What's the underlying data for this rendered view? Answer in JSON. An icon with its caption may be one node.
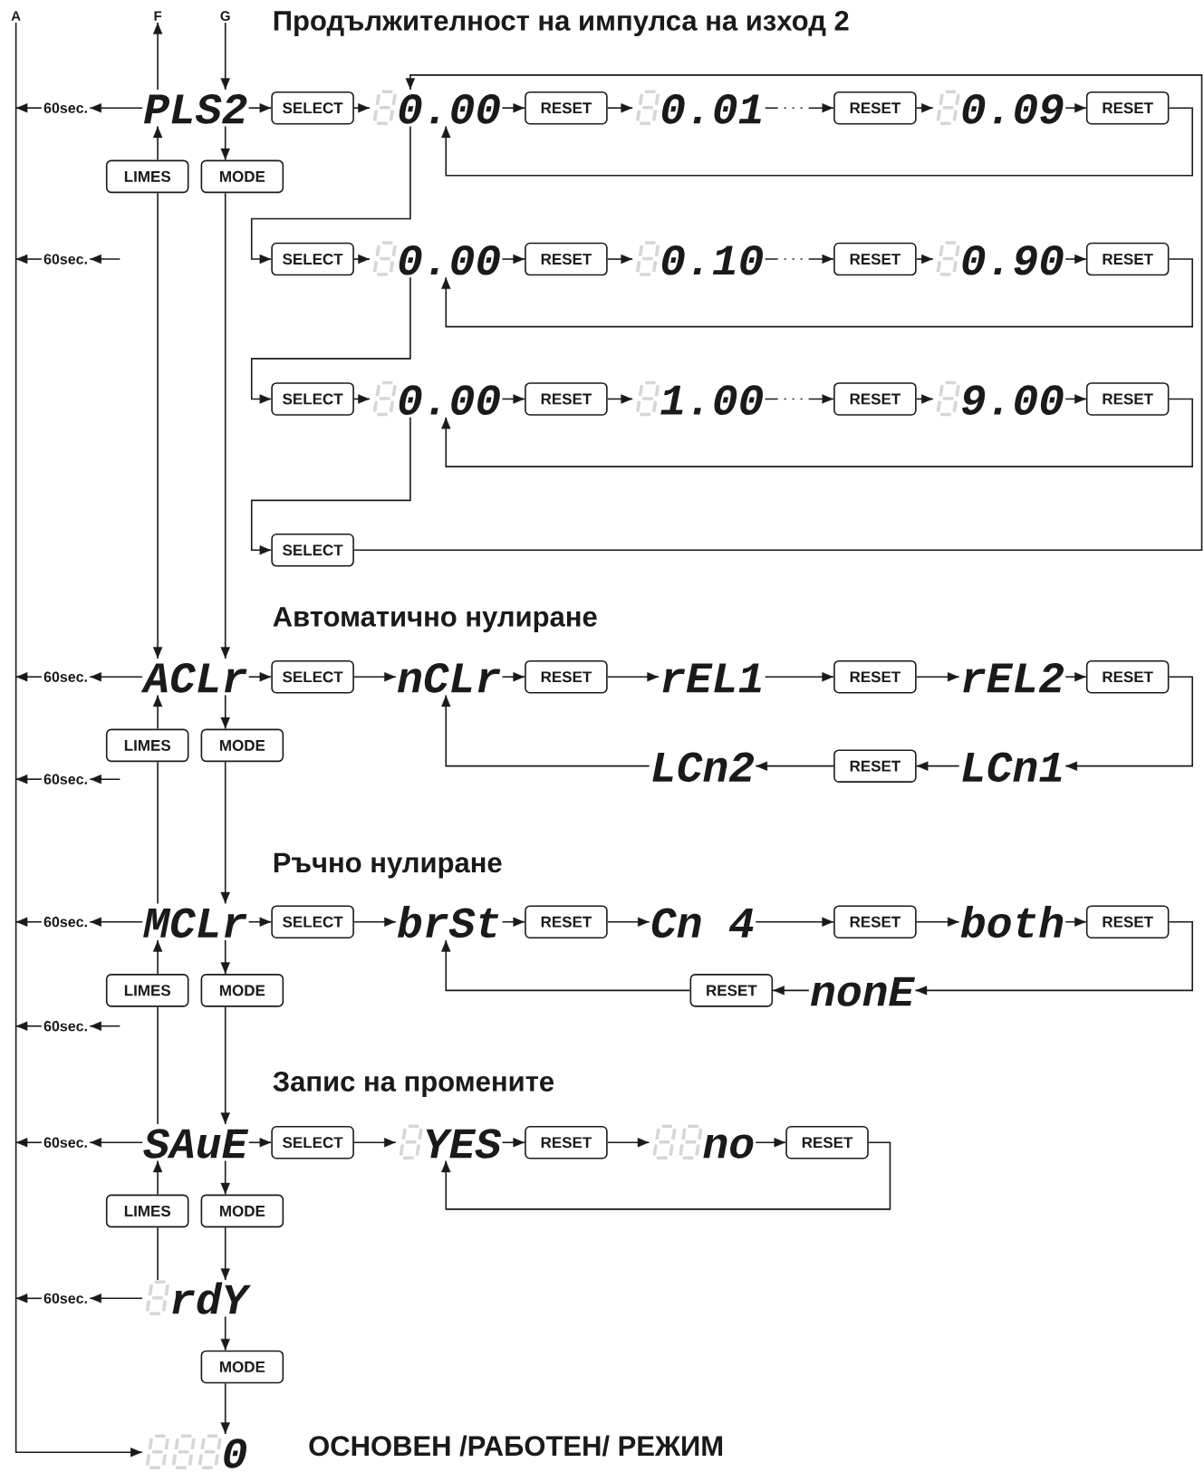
{
  "diagram": {
    "nodes": [
      {
        "text": [
          "A"
        ]
      },
      {
        "text": [
          "F"
        ]
      },
      {
        "text": [
          "G"
        ]
      },
      {
        "text": [
          "60sec."
        ]
      },
      {
        "text": [
          "PLS2"
        ]
      },
      {
        "text": [
          "SELECT"
        ]
      },
      {
        "text": [
          "0.00"
        ]
      },
      {
        "text": [
          "RESET"
        ]
      },
      {
        "text": [
          "0.01"
        ]
      },
      {
        "text": [
          "RESET"
        ]
      },
      {
        "text": [
          "0.09"
        ]
      },
      {
        "text": [
          "RESET"
        ]
      },
      {
        "text": [
          "LIMES"
        ]
      },
      {
        "text": [
          "MODE"
        ]
      },
      {
        "text": [
          "60sec."
        ]
      },
      {
        "text": [
          "SELECT"
        ]
      },
      {
        "text": [
          "0.00"
        ]
      },
      {
        "text": [
          "RESET"
        ]
      },
      {
        "text": [
          "0.10"
        ]
      },
      {
        "text": [
          "RESET"
        ]
      },
      {
        "text": [
          "0.90"
        ]
      },
      {
        "text": [
          "RESET"
        ]
      },
      {
        "text": [
          "SELECT"
        ]
      },
      {
        "text": [
          "0.00"
        ]
      },
      {
        "text": [
          "RESET"
        ]
      },
      {
        "text": [
          "1.00"
        ]
      },
      {
        "text": [
          "RESET"
        ]
      },
      {
        "text": [
          "9.00"
        ]
      },
      {
        "text": [
          "RESET"
        ]
      },
      {
        "text": [
          "SELECT"
        ]
      },
      {
        "text": [
          "60sec."
        ]
      },
      {
        "text": [
          "ACLr"
        ]
      },
      {
        "text": [
          "SELECT"
        ]
      },
      {
        "text": [
          "nCLr"
        ]
      },
      {
        "text": [
          "RESET"
        ]
      },
      {
        "text": [
          "rEL1"
        ]
      },
      {
        "text": [
          "RESET"
        ]
      },
      {
        "text": [
          "rEL2"
        ]
      },
      {
        "text": [
          "RESET"
        ]
      },
      {
        "text": [
          "LIMES"
        ]
      },
      {
        "text": [
          "MODE"
        ]
      },
      {
        "text": [
          "60sec."
        ]
      },
      {
        "text": [
          "LCn2"
        ]
      },
      {
        "text": [
          "RESET"
        ]
      },
      {
        "text": [
          "LCn1"
        ]
      },
      {
        "text": [
          "60sec."
        ]
      },
      {
        "text": [
          "MCLr"
        ]
      },
      {
        "text": [
          "SELECT"
        ]
      },
      {
        "text": [
          "brSt"
        ]
      },
      {
        "text": [
          "RESET"
        ]
      },
      {
        "text": [
          "Cn 4"
        ]
      },
      {
        "text": [
          "RESET"
        ]
      },
      {
        "text": [
          "both"
        ]
      },
      {
        "text": [
          "RESET"
        ]
      },
      {
        "text": [
          "LIMES"
        ]
      },
      {
        "text": [
          "MODE"
        ]
      },
      {
        "text": [
          "RESET"
        ]
      },
      {
        "text": [
          "nonE"
        ]
      },
      {
        "text": [
          "60sec."
        ]
      },
      {
        "text": [
          "60sec."
        ]
      },
      {
        "text": [
          "SAuE"
        ]
      },
      {
        "text": [
          "SELECT"
        ]
      },
      {
        "text": [
          "YES"
        ]
      },
      {
        "text": [
          "RESET"
        ]
      },
      {
        "text": [
          "no"
        ]
      },
      {
        "text": [
          "RESET"
        ]
      },
      {
        "text": [
          "LIMES"
        ]
      },
      {
        "text": [
          "MODE"
        ]
      },
      {
        "text": [
          "60sec."
        ]
      },
      {
        "text": [
          "rdY"
        ]
      },
      {
        "text": [
          "MODE"
        ]
      },
      {
        "text": [
          "0"
        ]
      }
    ],
    "edges": [
      {
        "from": 0,
        "to": 71,
        "arrow": "to"
      },
      {
        "from": 2,
        "to": 4,
        "arrow": "to"
      },
      {
        "from": 4,
        "to": 1,
        "arrow": "to"
      },
      {
        "from": 4,
        "to": 3,
        "arrow": "to"
      },
      {
        "from": 3,
        "to": null,
        "arrow": "to"
      },
      {
        "from": 4,
        "to": 5,
        "arrow": "to"
      },
      {
        "from": 5,
        "to": 6,
        "arrow": "to"
      },
      {
        "from": 6,
        "to": 7,
        "arrow": "to"
      },
      {
        "from": 7,
        "to": 8,
        "arrow": "to"
      },
      {
        "from": 8,
        "to": 9,
        "arrow": "to",
        "style": "dashed"
      },
      {
        "from": 9,
        "to": 10,
        "arrow": "to"
      },
      {
        "from": 10,
        "to": 11,
        "arrow": "to"
      },
      {
        "from": 11,
        "to": 6,
        "arrow": "to"
      },
      {
        "from": 12,
        "to": 4,
        "arrow": "to"
      },
      {
        "from": 4,
        "to": 13,
        "arrow": "to"
      },
      {
        "from": 12,
        "to": 31,
        "arrow": "to"
      },
      {
        "from": 13,
        "to": 31,
        "arrow": "to"
      },
      {
        "from": 29,
        "to": 6,
        "arrow": "to"
      },
      {
        "from": 6,
        "to": 15,
        "arrow": "to"
      },
      {
        "from": null,
        "to": 14,
        "arrow": "to"
      },
      {
        "from": 14,
        "to": null,
        "arrow": "to"
      },
      {
        "from": 15,
        "to": 16,
        "arrow": "to"
      },
      {
        "from": 16,
        "to": 17,
        "arrow": "to"
      },
      {
        "from": 17,
        "to": 18,
        "arrow": "to"
      },
      {
        "from": 18,
        "to": 19,
        "arrow": "to",
        "style": "dashed"
      },
      {
        "from": 19,
        "to": 20,
        "arrow": "to"
      },
      {
        "from": 20,
        "to": 21,
        "arrow": "to"
      },
      {
        "from": 21,
        "to": 16,
        "arrow": "to"
      },
      {
        "from": 16,
        "to": 22,
        "arrow": "to"
      },
      {
        "from": 22,
        "to": 23,
        "arrow": "to"
      },
      {
        "from": 23,
        "to": 24,
        "arrow": "to"
      },
      {
        "from": 24,
        "to": 25,
        "arrow": "to"
      },
      {
        "from": 25,
        "to": 26,
        "arrow": "to",
        "style": "dashed"
      },
      {
        "from": 26,
        "to": 27,
        "arrow": "to"
      },
      {
        "from": 27,
        "to": 28,
        "arrow": "to"
      },
      {
        "from": 28,
        "to": 23,
        "arrow": "to"
      },
      {
        "from": 23,
        "to": 29,
        "arrow": "to"
      },
      {
        "from": 31,
        "to": 30,
        "arrow": "to"
      },
      {
        "from": 30,
        "to": null,
        "arrow": "to"
      },
      {
        "from": 31,
        "to": 32,
        "arrow": "to"
      },
      {
        "from": 32,
        "to": 33,
        "arrow": "to"
      },
      {
        "from": 33,
        "to": 34,
        "arrow": "to"
      },
      {
        "from": 34,
        "to": 35,
        "arrow": "to"
      },
      {
        "from": 35,
        "to": 36,
        "arrow": "to"
      },
      {
        "from": 36,
        "to": 37,
        "arrow": "to"
      },
      {
        "from": 37,
        "to": 38,
        "arrow": "to"
      },
      {
        "from": 38,
        "to": 44,
        "arrow": "to"
      },
      {
        "from": 44,
        "to": 43,
        "arrow": "to"
      },
      {
        "from": 43,
        "to": 42,
        "arrow": "to"
      },
      {
        "from": 42,
        "to": 33,
        "arrow": "to"
      },
      {
        "from": 39,
        "to": 31,
        "arrow": "to"
      },
      {
        "from": 31,
        "to": 40,
        "arrow": "to"
      },
      {
        "from": null,
        "to": 41,
        "arrow": "to"
      },
      {
        "from": 41,
        "to": null,
        "arrow": "to"
      },
      {
        "from": 39,
        "to": 46,
        "arrow": "none"
      },
      {
        "from": 40,
        "to": 46,
        "arrow": "to"
      },
      {
        "from": 46,
        "to": 45,
        "arrow": "to"
      },
      {
        "from": 45,
        "to": null,
        "arrow": "to"
      },
      {
        "from": 46,
        "to": 47,
        "arrow": "to"
      },
      {
        "from": 47,
        "to": 48,
        "arrow": "to"
      },
      {
        "from": 48,
        "to": 49,
        "arrow": "to"
      },
      {
        "from": 49,
        "to": 50,
        "arrow": "to"
      },
      {
        "from": 50,
        "to": 51,
        "arrow": "to"
      },
      {
        "from": 51,
        "to": 52,
        "arrow": "to"
      },
      {
        "from": 52,
        "to": 53,
        "arrow": "to"
      },
      {
        "from": 53,
        "to": 57,
        "arrow": "to"
      },
      {
        "from": 57,
        "to": 56,
        "arrow": "to"
      },
      {
        "from": 56,
        "to": 48,
        "arrow": "to"
      },
      {
        "from": 54,
        "to": 46,
        "arrow": "to"
      },
      {
        "from": 46,
        "to": 55,
        "arrow": "to"
      },
      {
        "from": null,
        "to": 58,
        "arrow": "to"
      },
      {
        "from": 58,
        "to": null,
        "arrow": "to"
      },
      {
        "from": 54,
        "to": 60,
        "arrow": "none"
      },
      {
        "from": 55,
        "to": 60,
        "arrow": "to"
      },
      {
        "from": 60,
        "to": 59,
        "arrow": "to"
      },
      {
        "from": 59,
        "to": null,
        "arrow": "to"
      },
      {
        "from": 60,
        "to": 61,
        "arrow": "to"
      },
      {
        "from": 61,
        "to": 62,
        "arrow": "to"
      },
      {
        "from": 62,
        "to": 63,
        "arrow": "to"
      },
      {
        "from": 63,
        "to": 64,
        "arrow": "to"
      },
      {
        "from": 64,
        "to": 65,
        "arrow": "to"
      },
      {
        "from": 65,
        "to": 62,
        "arrow": "to"
      },
      {
        "from": 66,
        "to": 60,
        "arrow": "to"
      },
      {
        "from": 60,
        "to": 67,
        "arrow": "to"
      },
      {
        "from": 66,
        "to": 69,
        "arrow": "none"
      },
      {
        "from": 67,
        "to": 69,
        "arrow": "to"
      },
      {
        "from": 69,
        "to": 68,
        "arrow": "to"
      },
      {
        "from": 68,
        "to": null,
        "arrow": "to"
      },
      {
        "from": 69,
        "to": 70,
        "arrow": "to"
      },
      {
        "from": 70,
        "to": 71,
        "arrow": "to"
      }
    ],
    "labels": [
      "Продължителност на импулса на изход 2",
      "Автоматично нулиране",
      "Ръчно нулиране",
      "Запис на промените",
      "ОСНОВЕН /РАБОТЕН/ РЕЖИМ"
    ]
  }
}
